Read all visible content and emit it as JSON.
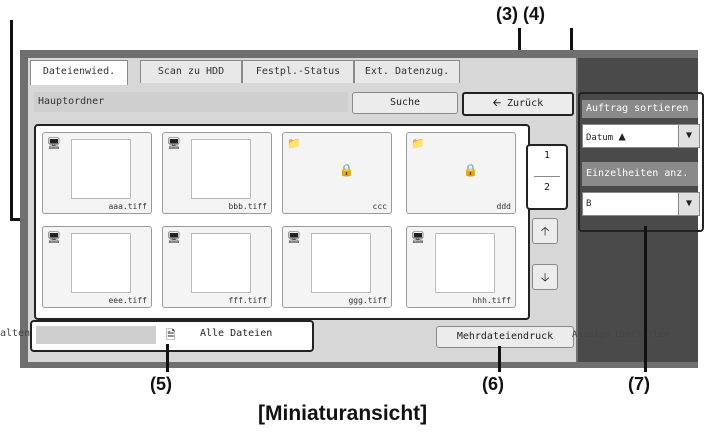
{
  "callouts": {
    "c34": "(3) (4)",
    "c5": "(5)",
    "c6": "(6)",
    "c7": "(7)"
  },
  "caption": "[Miniaturansicht]",
  "tabs": [
    {
      "label": "Dateienwied."
    },
    {
      "label": "Scan zu HDD"
    },
    {
      "label": "Festpl.-Status"
    },
    {
      "label": "Ext. Datenzug."
    }
  ],
  "toolbar": {
    "path": "Hauptordner",
    "search": "Suche",
    "back": "Zurück"
  },
  "thumbs": [
    {
      "name": "aaa.tiff"
    },
    {
      "name": "bbb.tiff"
    },
    {
      "name": "ccc"
    },
    {
      "name": "ddd"
    },
    {
      "name": "eee.tiff"
    },
    {
      "name": "fff.tiff"
    },
    {
      "name": "ggg.tiff"
    },
    {
      "name": "hhh.tiff"
    }
  ],
  "pager": {
    "current": "1",
    "total": "2"
  },
  "bottom": {
    "left_fragment": "alten",
    "all_files": "Alle Dateien",
    "multi_print": "Mehrdateiendruck",
    "display_toggle": "Anzeige Umschalten"
  },
  "right": {
    "sort_label": "Auftrag sortieren",
    "sort_value": "Datum",
    "detail_label": "Einzelheiten anz.",
    "detail_value": "B"
  }
}
